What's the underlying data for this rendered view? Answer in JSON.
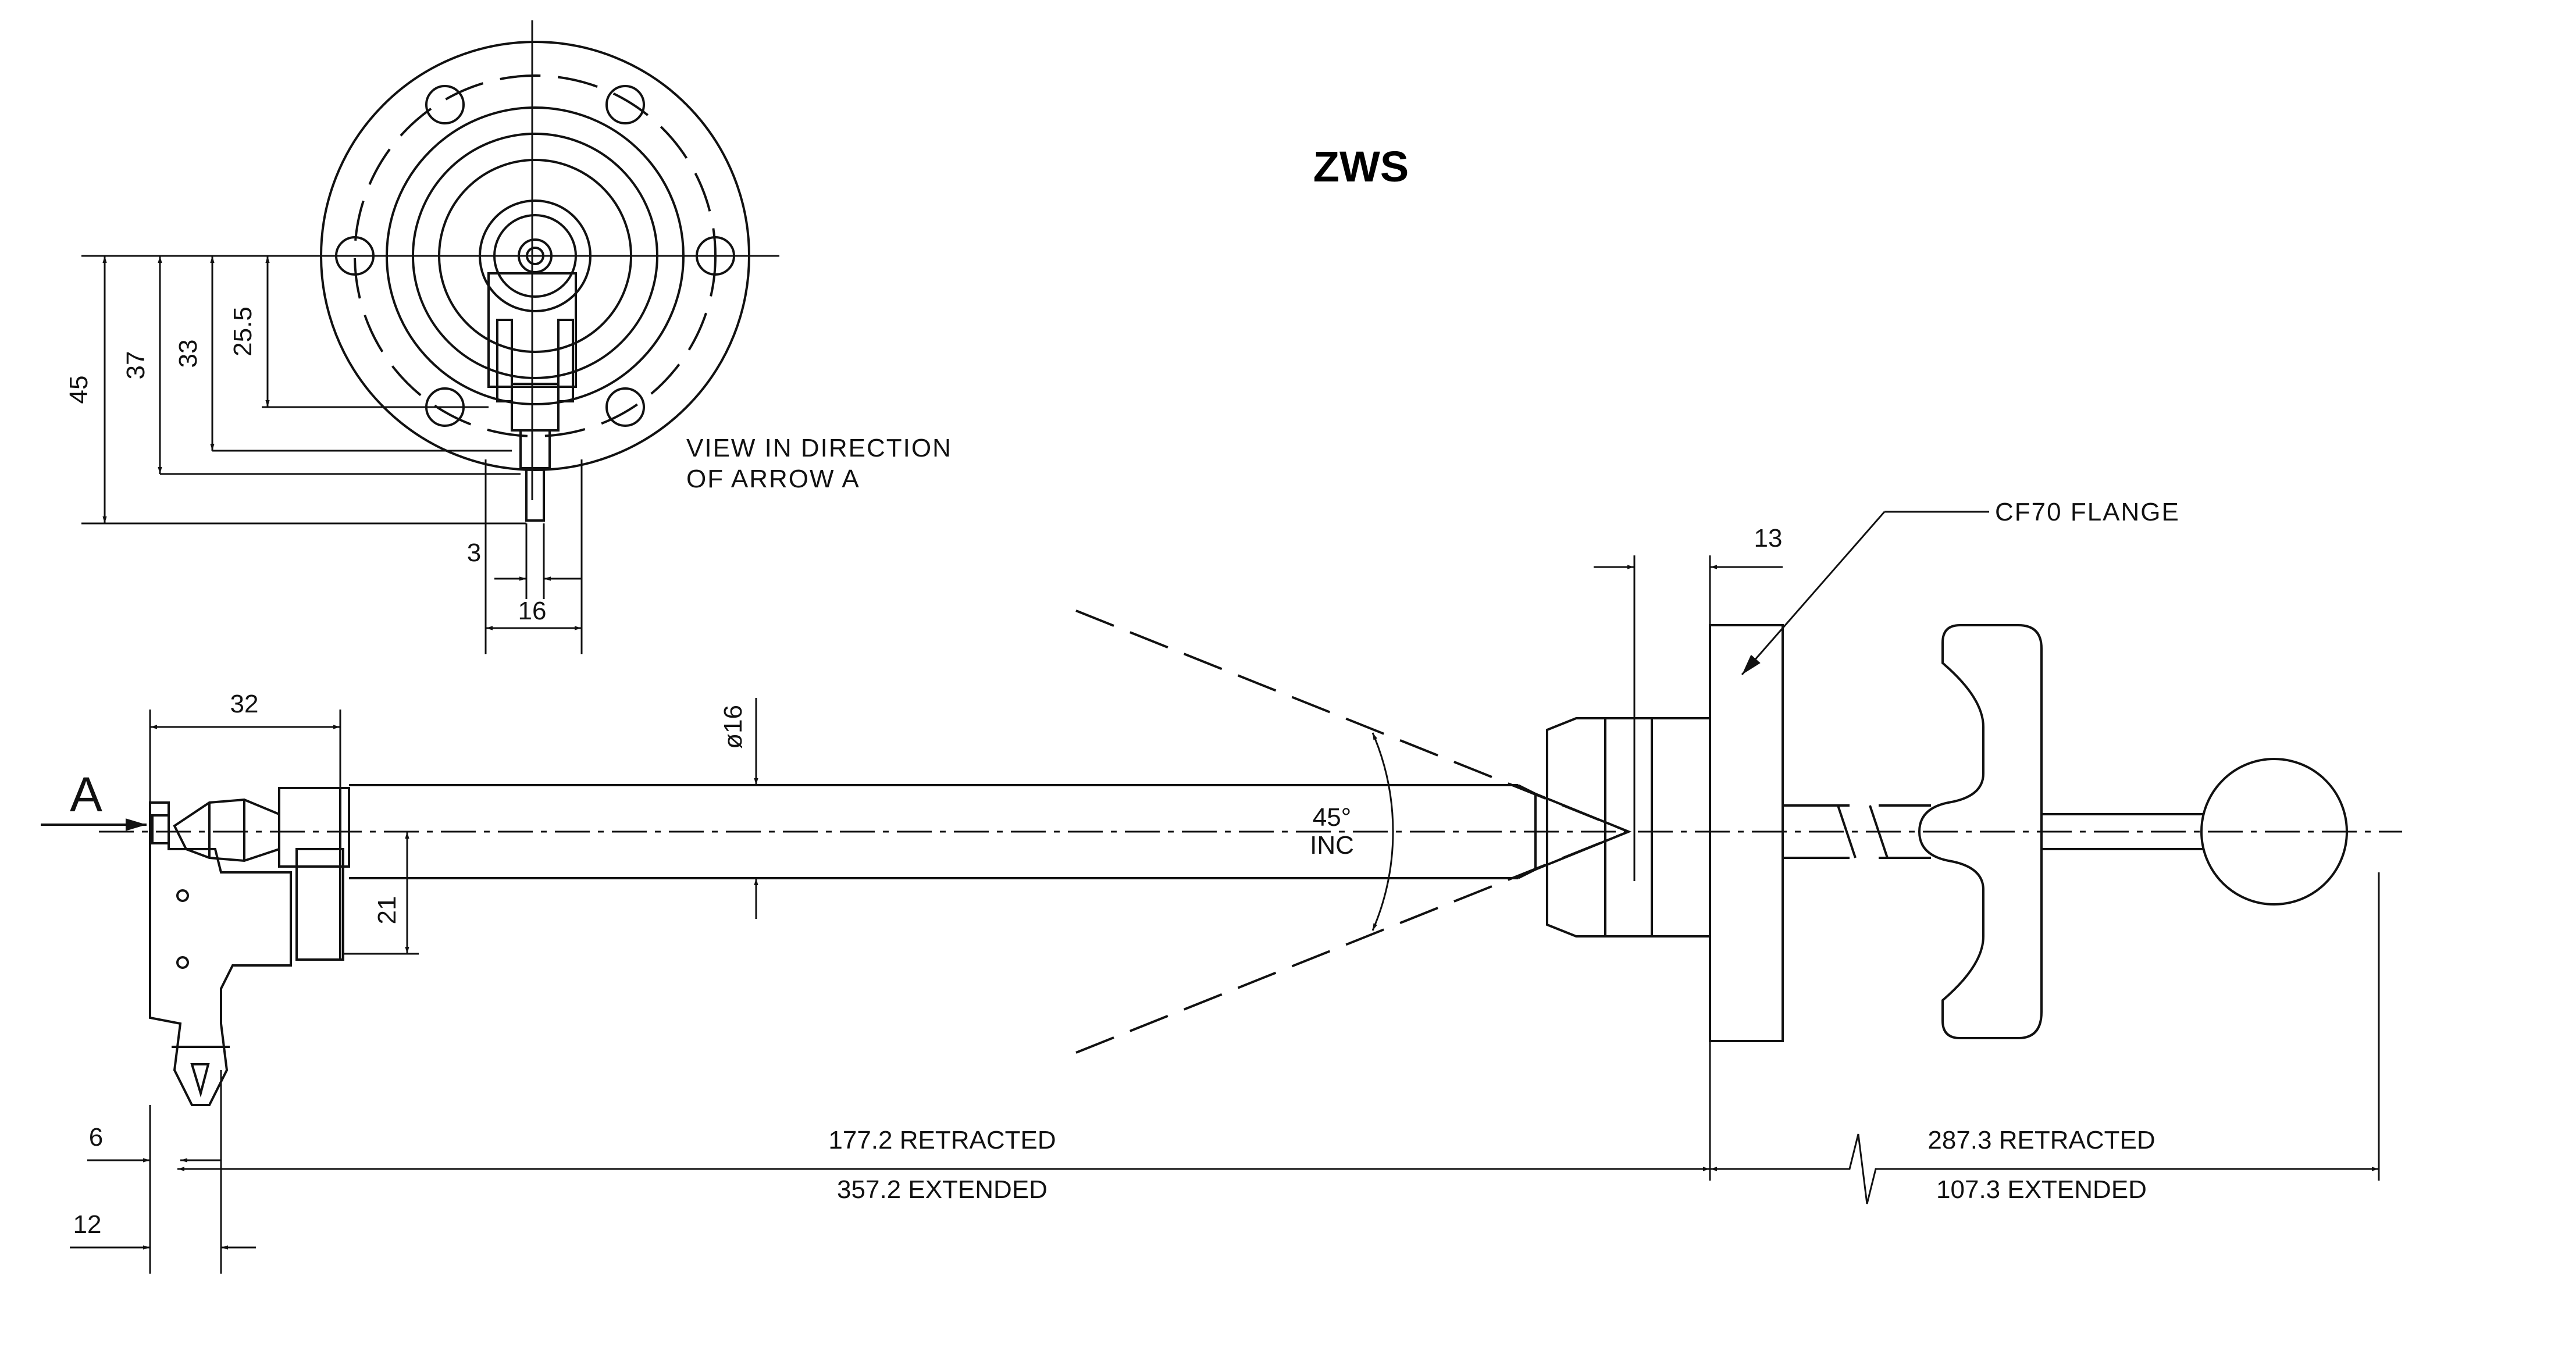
{
  "title": "ZWS",
  "view_note": {
    "line1": "VIEW IN DIRECTION",
    "line2": "OF ARROW A"
  },
  "arrow_label": "A",
  "flange_label": "CF70 FLANGE",
  "angle_label": {
    "line1": "45°",
    "line2": "INC"
  },
  "dimensions": {
    "d45": "45",
    "d37": "37",
    "d33": "33",
    "d25_5": "25.5",
    "d3": "3",
    "d16": "16",
    "d32": "32",
    "dia16": "ø16",
    "d21": "21",
    "d13": "13",
    "d6": "6",
    "d12": "12",
    "retracted_left": "177.2  RETRACTED",
    "extended_left": "357.2  EXTENDED",
    "retracted_right": "287.3  RETRACTED",
    "extended_right": "107.3  EXTENDED"
  }
}
